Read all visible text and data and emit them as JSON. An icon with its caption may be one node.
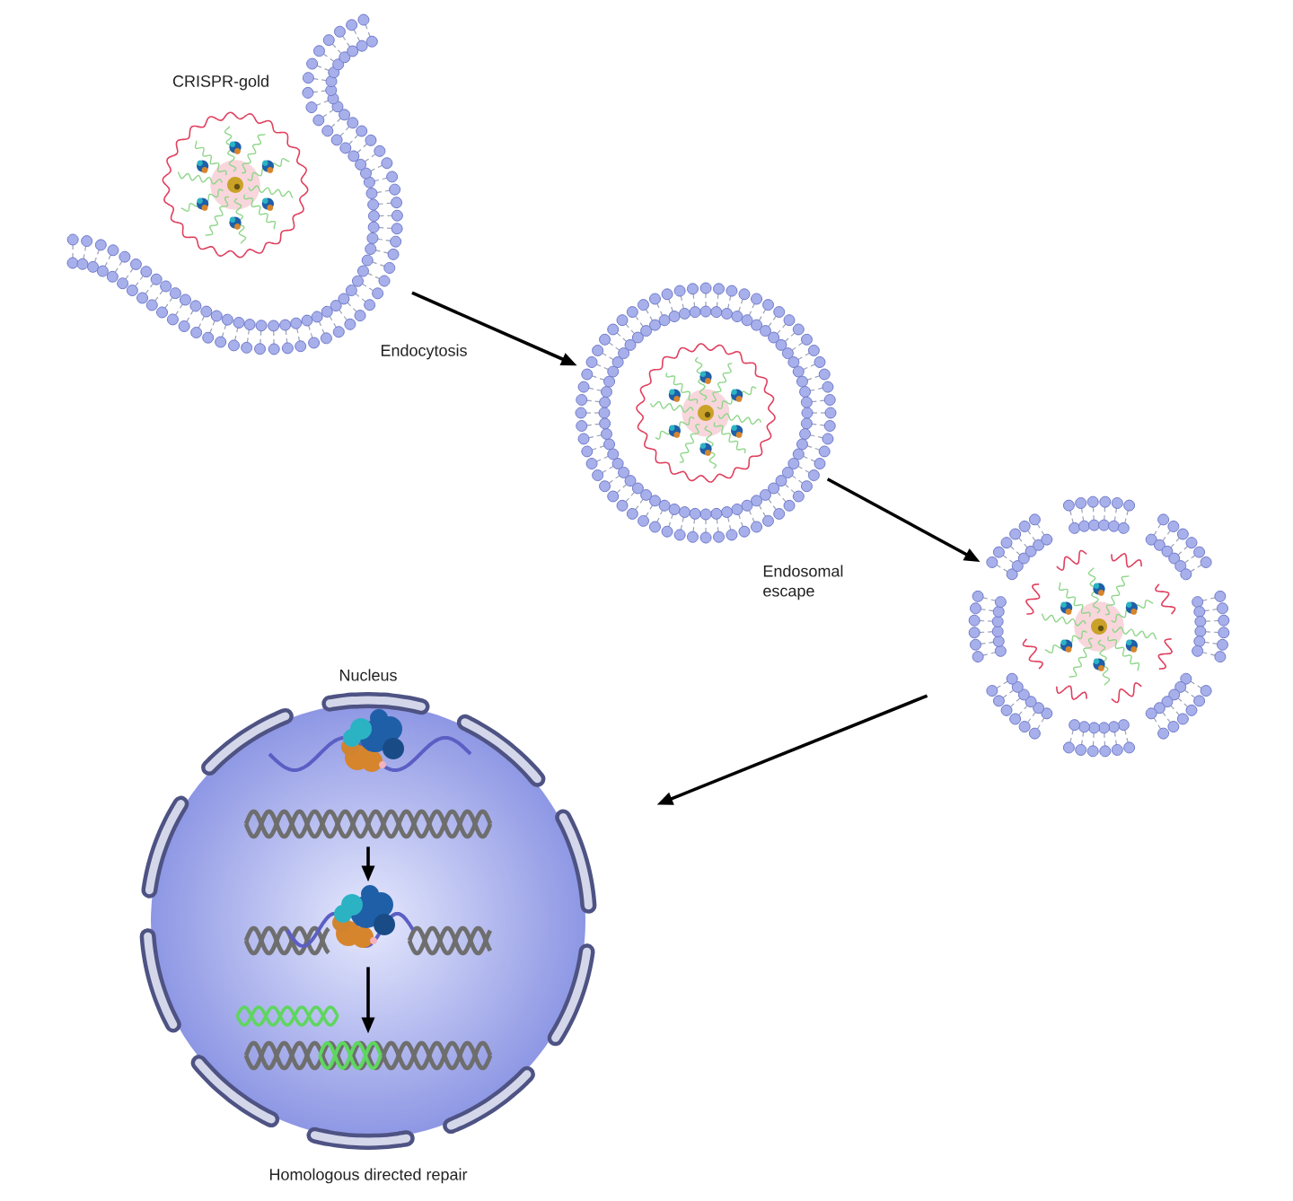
{
  "diagram": {
    "nodes": [
      {
        "text": [
          "CRISPR-gold"
        ]
      },
      {
        "text": [],
        "shape": "picture"
      },
      {
        "text": [],
        "shape": "picture"
      },
      {
        "text": [
          "Nucleus",
          "Homologous directed repair"
        ]
      },
      {
        "text": [],
        "shape": "picture",
        "in": 3
      },
      {
        "text": [],
        "shape": "picture",
        "in": 3
      },
      {
        "text": [],
        "shape": "picture",
        "in": 3
      }
    ],
    "edges": [
      {
        "from": 0,
        "to": 1,
        "arrow": "to",
        "label": "Endocytosis"
      },
      {
        "from": 1,
        "to": 2,
        "arrow": "to",
        "label": "Endosomal escape"
      },
      {
        "from": 2,
        "to": 3,
        "arrow": "to"
      },
      {
        "from": 4,
        "to": 5,
        "arrow": "to"
      },
      {
        "from": 5,
        "to": 6,
        "arrow": "to"
      }
    ]
  }
}
